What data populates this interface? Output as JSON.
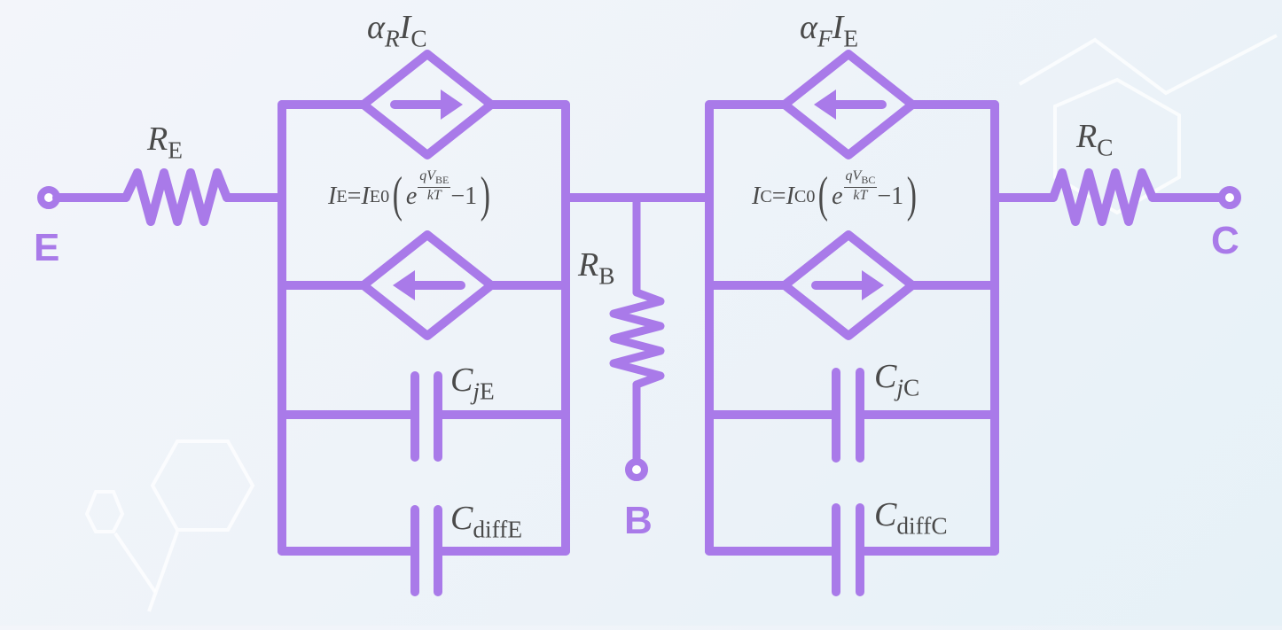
{
  "colors": {
    "wire": "#a97ae9",
    "label_text": "#4a4a4a",
    "background_start": "#f3f5fa",
    "background_end": "#e6f1f7"
  },
  "terminals": {
    "emitter": "E",
    "base": "B",
    "collector": "C"
  },
  "resistors": {
    "emitter": {
      "symbol": "R",
      "sub": "E"
    },
    "base": {
      "symbol": "R",
      "sub": "B"
    },
    "collector": {
      "symbol": "R",
      "sub": "C"
    }
  },
  "emitter_block": {
    "controlled_source": {
      "alpha": "α",
      "alpha_sub": "R",
      "current": "I",
      "current_sub": "C",
      "arrow": "right"
    },
    "diode_equation": {
      "lhs": "I",
      "lhs_sub": "E",
      "equals": "=",
      "coef": "I",
      "coef_sub": "E0",
      "base": "e",
      "exp_num": "qV",
      "exp_num_sub": "BE",
      "exp_den": "kT",
      "minus_one": "−1",
      "open_paren": "(",
      "close_paren": ")"
    },
    "diode_source_arrow": "left",
    "junction_cap": {
      "symbol": "C",
      "sub_italic": "j",
      "sub": "E"
    },
    "diffusion_cap": {
      "symbol": "C",
      "sub": "diffE"
    }
  },
  "collector_block": {
    "controlled_source": {
      "alpha": "α",
      "alpha_sub": "F",
      "current": "I",
      "current_sub": "E",
      "arrow": "left"
    },
    "diode_equation": {
      "lhs": "I",
      "lhs_sub": "C",
      "equals": "=",
      "coef": "I",
      "coef_sub": "C0",
      "base": "e",
      "exp_num": "qV",
      "exp_num_sub": "BC",
      "exp_den": "kT",
      "minus_one": "−1",
      "open_paren": "(",
      "close_paren": ")"
    },
    "diode_source_arrow": "right",
    "junction_cap": {
      "symbol": "C",
      "sub_italic": "j",
      "sub": "C"
    },
    "diffusion_cap": {
      "symbol": "C",
      "sub": "diffC"
    }
  }
}
